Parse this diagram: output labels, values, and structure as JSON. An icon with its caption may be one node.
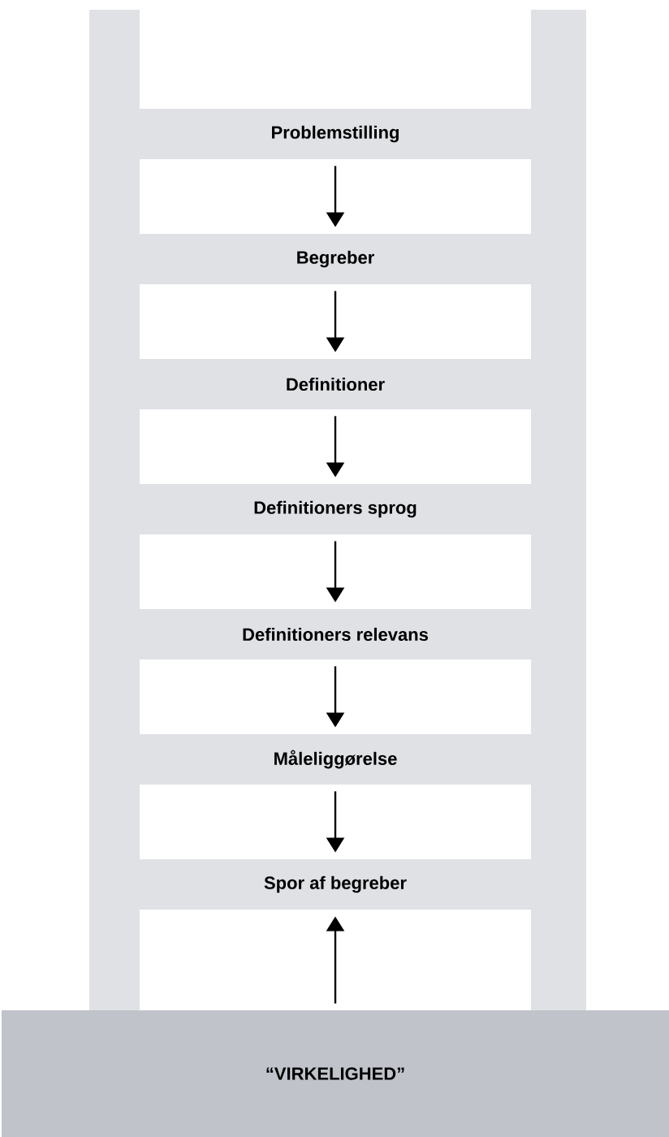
{
  "diagram": {
    "nodes": [
      {
        "text": [
          "Problemstilling"
        ]
      },
      {
        "text": [
          "Begreber"
        ]
      },
      {
        "text": [
          "Definitioner"
        ]
      },
      {
        "text": [
          "Definitioners sprog"
        ]
      },
      {
        "text": [
          "Definitioners relevans"
        ]
      },
      {
        "text": [
          "Måleliggørelse"
        ]
      },
      {
        "text": [
          "Spor af begreber"
        ]
      },
      {
        "text": [
          "“VIRKELIGHED”"
        ]
      }
    ],
    "edges": [
      {
        "from": 0,
        "to": 1,
        "arrow": "to"
      },
      {
        "from": 1,
        "to": 2,
        "arrow": "to"
      },
      {
        "from": 2,
        "to": 3,
        "arrow": "to"
      },
      {
        "from": 3,
        "to": 4,
        "arrow": "to"
      },
      {
        "from": 4,
        "to": 5,
        "arrow": "to"
      },
      {
        "from": 5,
        "to": 6,
        "arrow": "to"
      },
      {
        "from": 7,
        "to": 6,
        "arrow": "to"
      }
    ]
  }
}
